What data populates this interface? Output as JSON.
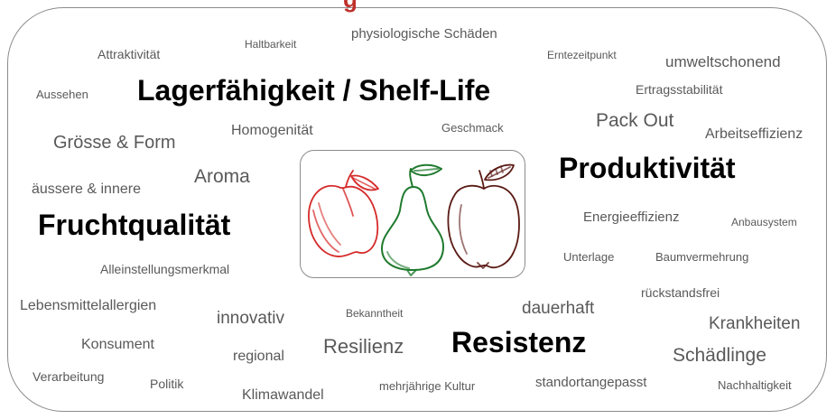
{
  "title_fragment": "g",
  "words": {
    "attraktivitaet": "Attraktivität",
    "haltbarkeit": "Haltbarkeit",
    "physiologische_schaeden": "physiologische Schäden",
    "erntezeitpunkt": "Erntezeitpunkt",
    "umweltschonend": "umweltschonend",
    "aussehen": "Aussehen",
    "lagerfaehigkeit": "Lagerfähigkeit / Shelf-Life",
    "ertragsstabilitaet": "Ertragsstabilität",
    "pack_out": "Pack Out",
    "homogenitaet": "Homogenität",
    "geschmack": "Geschmack",
    "arbeitseffizienz": "Arbeitseffizienz",
    "groesse_form": "Grösse & Form",
    "aroma": "Aroma",
    "produktivitaet": "Produktivität",
    "aeussere_innere": "äussere & innere",
    "fruchtqualitaet": "Fruchtqualität",
    "energieeffizienz": "Energieeffizienz",
    "anbausystem": "Anbausystem",
    "unterlage": "Unterlage",
    "baumvermehrung": "Baumvermehrung",
    "alleinstellungsmerkmal": "Alleinstellungsmerkmal",
    "rueckstandsfrei": "rückstandsfrei",
    "lebensmittelallergien": "Lebensmittelallergien",
    "innovativ": "innovativ",
    "bekanntheit": "Bekanntheit",
    "dauerhaft": "dauerhaft",
    "krankheiten": "Krankheiten",
    "konsument": "Konsument",
    "resilienz": "Resilienz",
    "resistenz": "Resistenz",
    "regional": "regional",
    "schaedlinge": "Schädlinge",
    "verarbeitung": "Verarbeitung",
    "politik": "Politik",
    "mehrjaehrige_kultur": "mehrjährige Kultur",
    "standortangepasst": "standortangepasst",
    "nachhaltigkeit": "Nachhaltigkeit",
    "klimawandel": "Klimawandel"
  },
  "colors": {
    "text_grey": "#595959",
    "text_bold": "#000000",
    "title_red": "#c0312b",
    "apricot_red": "#d62a2a",
    "pear_green": "#1f7a2e",
    "apple_darkred": "#5a1a14",
    "frame_grey": "#8c8c8c"
  },
  "illustrations": {
    "fruit_1": "apricot-icon",
    "fruit_2": "pear-icon",
    "fruit_3": "apple-icon"
  }
}
